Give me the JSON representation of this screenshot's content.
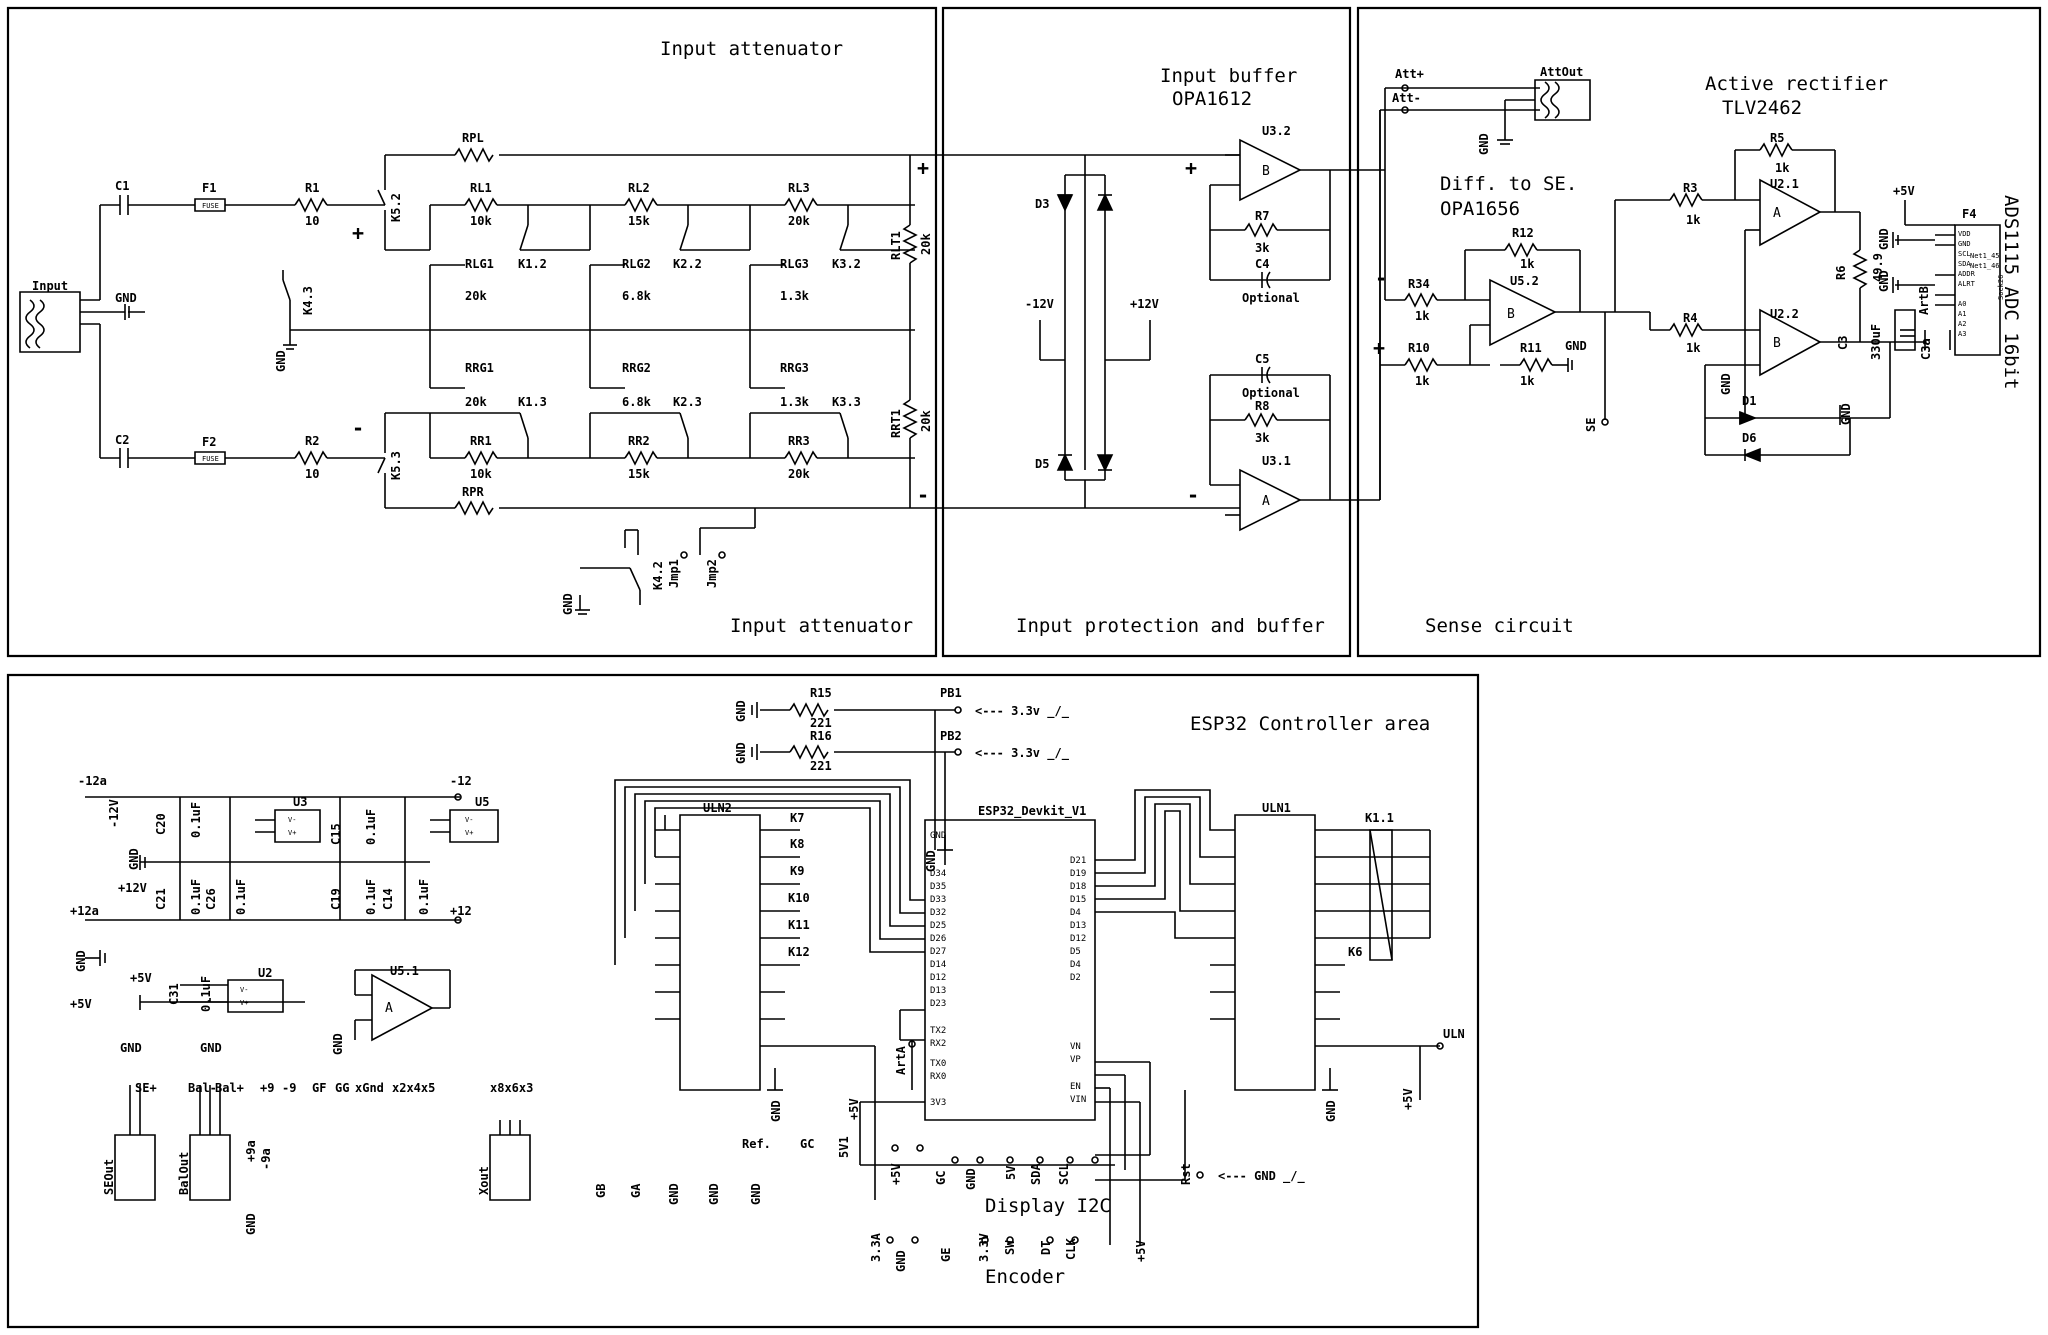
{
  "sections": {
    "input_attenuator_top": "Input attenuator",
    "input_attenuator_bottom": "Input attenuator",
    "input_buffer": "Input buffer",
    "input_buffer_ic": "OPA1612",
    "input_protection": "Input protection and buffer",
    "active_rectifier": "Active rectifier",
    "active_rectifier_ic": "TLV2462",
    "diff_se": "Diff. to SE.",
    "diff_se_ic": "OPA1656",
    "sense_circuit": "Sense circuit",
    "adc": "ADS1115 ADC 16bit",
    "esp32_area": "ESP32 Controller area",
    "display": "Display I2C",
    "encoder": "Encoder"
  },
  "attenuator": {
    "connector": "Input",
    "gnd": "GND",
    "c1": "C1",
    "c2": "C2",
    "f1": "F1",
    "f2": "F2",
    "fuse": "FUSE",
    "r1": "R1",
    "r1v": "10",
    "r2": "R2",
    "r2v": "10",
    "rpl": "RPL",
    "rpr": "RPR",
    "rl1": "RL1",
    "rl1v": "10k",
    "rl2": "RL2",
    "rl2v": "15k",
    "rl3": "RL3",
    "rl3v": "20k",
    "rlg1": "RLG1",
    "rlg1v": "20k",
    "rlg2": "RLG2",
    "rlg2v": "6.8k",
    "rlg3": "RLG3",
    "rlg3v": "1.3k",
    "rrg1": "RRG1",
    "rrg1v": "20k",
    "rrg2": "RRG2",
    "rrg2v": "6.8k",
    "rrg3": "RRG3",
    "rrg3v": "1.3k",
    "rr1": "RR1",
    "rr1v": "10k",
    "rr2": "RR2",
    "rr2v": "15k",
    "rr3": "RR3",
    "rr3v": "20k",
    "rlt1": "RLT1",
    "rlt1v": "20k",
    "rrt1": "RRT1",
    "rrt1v": "20k",
    "k12": "K1.2",
    "k22": "K2.2",
    "k32": "K3.2",
    "k13": "K1.3",
    "k23": "K2.3",
    "k33": "K3.3",
    "k43": "K4.3",
    "k42": "K4.2",
    "k52": "K5.2",
    "k53": "K5.3",
    "jmp1": "Jmp1",
    "jmp2": "Jmp2",
    "plus": "+",
    "minus": "-"
  },
  "buffer": {
    "d3": "D3",
    "d5": "D5",
    "m12": "-12V",
    "p12": "+12V",
    "u32": "U3.2",
    "u31": "U3.1",
    "b": "B",
    "a": "A",
    "r7": "R7",
    "r7v": "3k",
    "c4": "C4",
    "c4v": "Optional",
    "c5": "C5",
    "c5v": "Optional",
    "r8": "R8",
    "r8v": "3k"
  },
  "sense": {
    "attp": "Att+",
    "attm": "Att-",
    "attout": "AttOut",
    "gnd": "GND",
    "r12": "R12",
    "r12v": "1k",
    "r34": "R34",
    "r34v": "1k",
    "r10": "R10",
    "r10v": "1k",
    "r11": "R11",
    "r11v": "1k",
    "u52": "U5.2",
    "se": "SE",
    "r3": "R3",
    "r3v": "1k",
    "r4": "R4",
    "r4v": "1k",
    "r5": "R5",
    "r5v": "1k",
    "r6": "R6",
    "r6v": "49.9",
    "u21": "U2.1",
    "u22": "U2.2",
    "c3": "C3",
    "c3v": "330uF",
    "c3a": "C3a",
    "artb": "ArtB",
    "d1": "D1",
    "d6": "D6",
    "p5v": "+5V",
    "f4": "F4",
    "adc_pins": [
      "VDD",
      "GND",
      "SCL",
      "SDA",
      "ADDR",
      "ALRT",
      "A0",
      "A1",
      "A2",
      "A3"
    ],
    "net45": "Net1_45",
    "net46": "Net1_46",
    "sock": "Sock26"
  },
  "power": {
    "m12a": "-12a",
    "m12": "-12",
    "m12v": "-12V",
    "p12a": "+12a",
    "p12": "+12",
    "p12v": "+12V",
    "u3": "U3",
    "u5": "U5",
    "u2": "U2",
    "u51": "U5.1",
    "vm": "V-",
    "vp": "V+",
    "c20": "C20",
    "c21": "C21",
    "c26": "C26",
    "c15": "C15",
    "c19": "C19",
    "c14": "C14",
    "c31": "C31",
    "cv": "0.1uF",
    "gnd": "GND",
    "p5v": "+5V"
  },
  "headers": {
    "seplus": "SE+",
    "balm": "Bal-",
    "balp": "Bal+",
    "seout": "SEOut",
    "balout": "BalOut",
    "xout": "Xout",
    "p9": "+9",
    "m9": "-9",
    "gf": "GF",
    "gg": "GG",
    "xgnd": "xGnd",
    "x2x4x5": "x2x4x5",
    "x8x6x3": "x8x6x3",
    "p9a": "+9a",
    "m9a": "-9a",
    "gb": "GB",
    "ga": "GA",
    "ref": "Ref.",
    "gc": "GC"
  },
  "esp": {
    "r15": "R15",
    "r15v": "221",
    "r16": "R16",
    "r16v": "221",
    "pb1": "PB1",
    "pb2": "PB2",
    "btn": "<--- 3.3v _/_",
    "uln2": "ULN2",
    "uln1": "ULN1",
    "k1": "K1.1",
    "k7": "K7",
    "k8": "K8",
    "k9": "K9",
    "k10": "K10",
    "k11": "K11",
    "k12": "K12",
    "k6": "K6",
    "devkit": "ESP32_Devkit_V1",
    "left_pins": [
      "GND",
      "D34",
      "D35",
      "D33",
      "D32",
      "D25",
      "D26",
      "D27",
      "D14",
      "D12",
      "D13",
      "D23",
      "TX2",
      "RX2",
      "TX0",
      "RX0",
      "3V3"
    ],
    "right_pins": [
      "D21",
      "D19",
      "D18",
      "D15",
      "D4",
      "D13",
      "D12",
      "D5",
      "D4",
      "D2",
      "VN",
      "VP",
      "EN",
      "VIN"
    ],
    "artA": "ArtA",
    "p5v": "+5V",
    "uln": "ULN",
    "rst": "Rst",
    "rst_btn": "<--- GND _/_",
    "disp_pins": [
      "5V1",
      "+5V",
      "GC",
      "GND",
      "5V",
      "SDA",
      "SCL"
    ],
    "enc_pins": [
      "3.3A",
      "GND",
      "GE",
      "3.3V",
      "SW",
      "DT",
      "CLK",
      "+5V"
    ]
  }
}
